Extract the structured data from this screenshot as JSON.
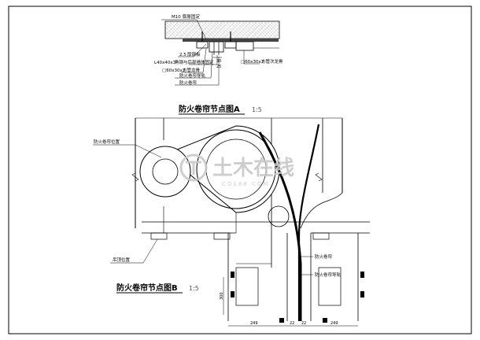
{
  "detail_a": {
    "title": "防火卷帘节点图A",
    "scale": "1:5",
    "labels": {
      "m10": "M10",
      "expansion_bolt": "膨胀固定",
      "plate_thickness": "2.5",
      "steel_plate": "厚钢板",
      "angle_size": "L40x40x3",
      "angle_note": "角钢与后部墙体固定",
      "square_size": "□60x30x3",
      "square_keel": "方管龙骨",
      "square_size_right": "□60x30x3",
      "square_keel_right": "方管次龙骨",
      "guide_rail": "防火卷帘导轨",
      "curtain": "防火卷帘",
      "dim_30": "30",
      "dim_25": "25"
    }
  },
  "detail_b": {
    "title": "防火卷帘节点图B",
    "scale": "1:5",
    "labels": {
      "position": "防火卷帘位置",
      "ceiling": "吊顶位置",
      "curtain": "防火卷帘",
      "guide_rail": "防火卷帘导轨",
      "dim_300": "300",
      "dim_left": "249",
      "dim_mid_1": "22",
      "dim_mid_2": "22",
      "dim_right": "249"
    }
  },
  "watermark": {
    "main": "土木在线",
    "sub": "CO188.COM"
  }
}
